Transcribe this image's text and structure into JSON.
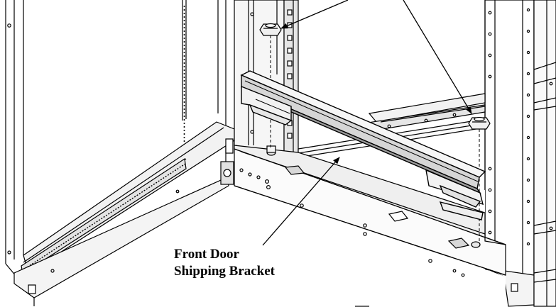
{
  "callout": {
    "line1": "Front Door",
    "line2": "Shipping Bracket"
  },
  "colors": {
    "line": "#000000",
    "light_fill": "#f4f4f4",
    "mid_fill": "#e2e2e2",
    "dark_fill": "#9a9a9a",
    "slot_fill": "#555555"
  },
  "icons": {
    "leader_arrow": "arrowhead"
  }
}
